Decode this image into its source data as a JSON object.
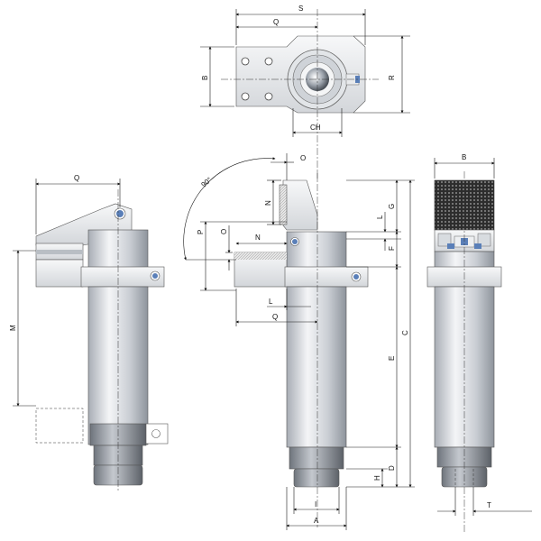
{
  "labels": {
    "top_S": "S",
    "top_Q": "Q",
    "top_B": "B",
    "top_R": "R",
    "top_CH": "CH",
    "left_Q": "Q",
    "left_M": "M",
    "mid_angle": "90°",
    "mid_O_top": "O",
    "mid_N_top": "N",
    "mid_P": "P",
    "mid_O_left": "O",
    "mid_N_left": "N",
    "mid_L_bottom": "L",
    "mid_Q_bottom": "Q",
    "mid_L_right": "L",
    "mid_G": "G",
    "mid_F": "F",
    "mid_E": "E",
    "mid_C": "C",
    "mid_D": "D",
    "mid_H": "H",
    "mid_I": "I",
    "mid_A": "A",
    "right_B": "B",
    "right_T": "T"
  },
  "colors": {
    "body_light": "#f2f3f5",
    "body_dark": "#9aa0a8",
    "knurl": "#2a2a2a",
    "line": "#1a1a1a",
    "pin": "#5a7fb8"
  }
}
